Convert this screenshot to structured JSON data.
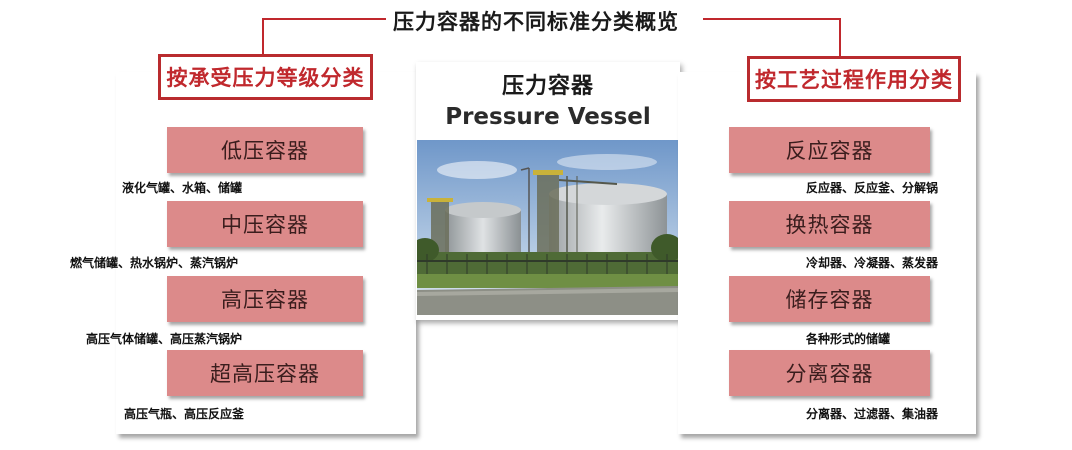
{
  "title": "压力容器的不同标准分类概览",
  "center": {
    "title_zh": "压力容器",
    "title_en": "Pressure Vessel",
    "photo": "lng-storage-tanks-photo"
  },
  "left": {
    "heading": "按承受压力等级分类",
    "items": [
      {
        "label": "低压容器",
        "desc": "液化气罐、水箱、储罐"
      },
      {
        "label": "中压容器",
        "desc": "燃气储罐、热水锅炉、蒸汽锅炉"
      },
      {
        "label": "高压容器",
        "desc": "高压气体储罐、高压蒸汽锅炉"
      },
      {
        "label": "超高压容器",
        "desc": "高压气瓶、高压反应釜"
      }
    ]
  },
  "right": {
    "heading": "按工艺过程作用分类",
    "items": [
      {
        "label": "反应容器",
        "desc": "反应器、反应釜、分解锅"
      },
      {
        "label": "换热容器",
        "desc": "冷却器、冷凝器、蒸发器"
      },
      {
        "label": "储存容器",
        "desc": "各种形式的储罐"
      },
      {
        "label": "分离容器",
        "desc": "分离器、过滤器、集油器"
      }
    ]
  },
  "colors": {
    "accent_red": "#c0282d",
    "box_fill": "#dc8a8a"
  }
}
